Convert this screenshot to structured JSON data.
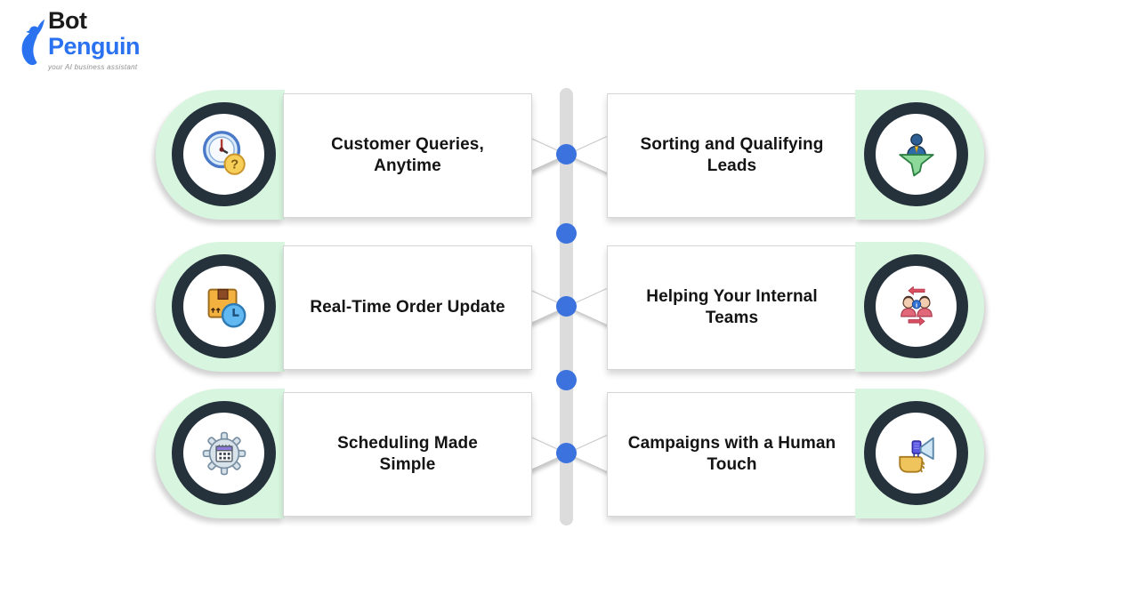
{
  "brand": {
    "name_part1": "Bot",
    "name_part2": "Penguin",
    "tagline": "your AI business assistant",
    "blue": "#2a72f0"
  },
  "features": {
    "left": [
      {
        "title": "Customer Queries,\nAnytime",
        "icon": "clock-question-icon"
      },
      {
        "title": "Real-Time Order Update",
        "icon": "package-clock-icon"
      },
      {
        "title": "Scheduling Made\nSimple",
        "icon": "calendar-gear-icon"
      }
    ],
    "right": [
      {
        "title": "Sorting and Qualifying\nLeads",
        "icon": "lead-funnel-icon"
      },
      {
        "title": "Helping Your Internal\nTeams",
        "icon": "team-exchange-icon"
      },
      {
        "title": "Campaigns with a Human\nTouch",
        "icon": "megaphone-hand-icon"
      }
    ]
  },
  "timeline": {
    "dot_count": 5,
    "dot_color": "#3b72dd",
    "bar_color": "#dcdcdc"
  },
  "colors": {
    "capsule_green": "#d8f6df",
    "ring_dark": "#25313b",
    "card_border": "#d6d6d6",
    "text": "#141414"
  }
}
